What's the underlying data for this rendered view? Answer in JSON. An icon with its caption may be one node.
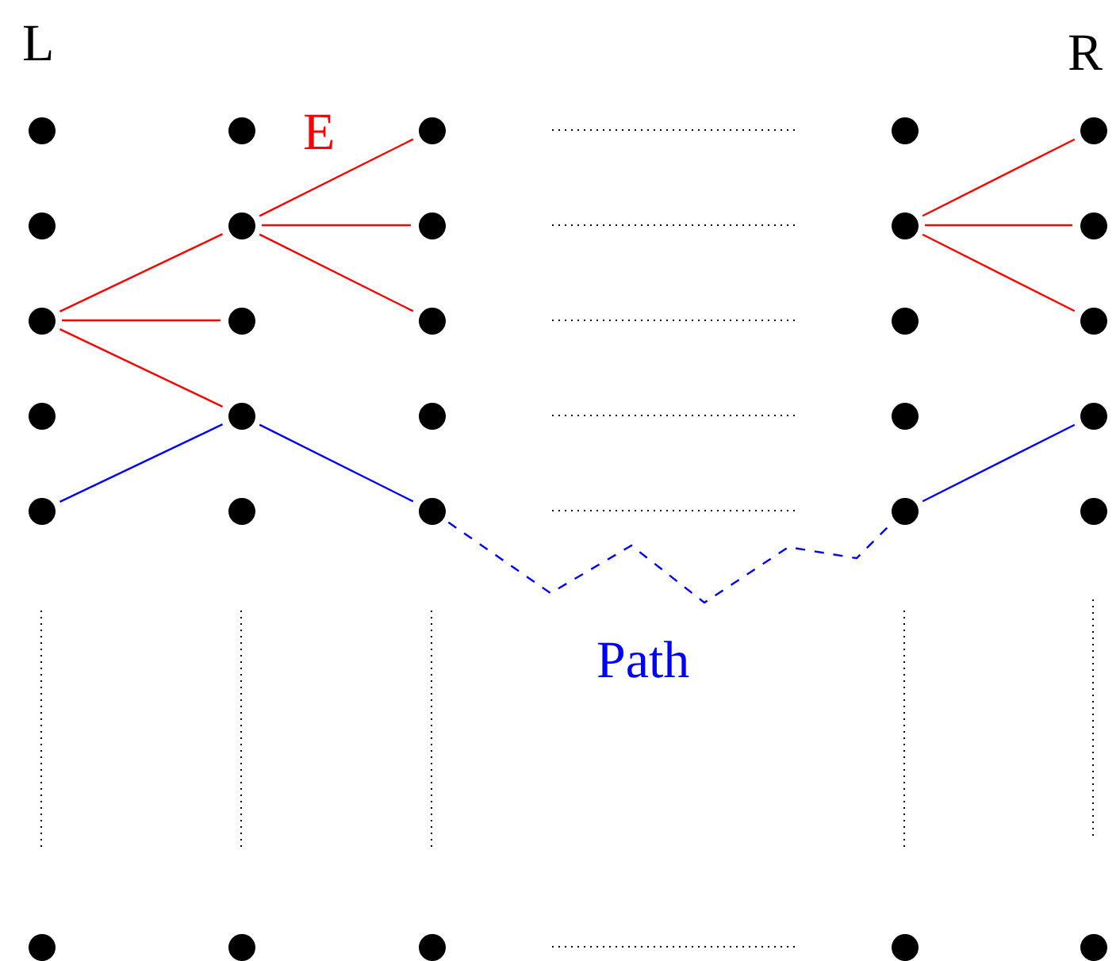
{
  "diagram": {
    "nodes": [
      {
        "text": [],
        "shape": "circle"
      },
      {
        "text": [],
        "shape": "circle"
      },
      {
        "text": [],
        "shape": "circle"
      },
      {
        "text": [],
        "shape": "circle"
      },
      {
        "text": [],
        "shape": "circle"
      },
      {
        "text": [],
        "shape": "circle"
      },
      {
        "text": [],
        "shape": "circle"
      },
      {
        "text": [],
        "shape": "circle"
      },
      {
        "text": [],
        "shape": "circle"
      },
      {
        "text": [],
        "shape": "circle"
      },
      {
        "text": [],
        "shape": "circle"
      },
      {
        "text": [],
        "shape": "circle"
      },
      {
        "text": [],
        "shape": "circle"
      },
      {
        "text": [],
        "shape": "circle"
      },
      {
        "text": [],
        "shape": "circle"
      },
      {
        "text": [],
        "shape": "circle"
      },
      {
        "text": [],
        "shape": "circle"
      },
      {
        "text": [],
        "shape": "circle"
      },
      {
        "text": [],
        "shape": "circle"
      },
      {
        "text": [],
        "shape": "circle"
      },
      {
        "text": [],
        "shape": "circle"
      },
      {
        "text": [],
        "shape": "circle"
      },
      {
        "text": [],
        "shape": "circle"
      },
      {
        "text": [],
        "shape": "circle"
      },
      {
        "text": [],
        "shape": "circle"
      },
      {
        "text": [],
        "shape": "circle"
      },
      {
        "text": [],
        "shape": "circle"
      },
      {
        "text": [],
        "shape": "circle"
      },
      {
        "text": [],
        "shape": "circle"
      },
      {
        "text": [],
        "shape": "circle"
      }
    ],
    "edges": [
      {
        "from": 10,
        "to": 6,
        "arrow": "none"
      },
      {
        "from": 10,
        "to": 11,
        "arrow": "none"
      },
      {
        "from": 10,
        "to": 16,
        "arrow": "none"
      },
      {
        "from": 6,
        "to": 2,
        "arrow": "none"
      },
      {
        "from": 6,
        "to": 7,
        "arrow": "none"
      },
      {
        "from": 6,
        "to": 12,
        "arrow": "none"
      },
      {
        "from": 8,
        "to": 4,
        "arrow": "none"
      },
      {
        "from": 8,
        "to": 9,
        "arrow": "none"
      },
      {
        "from": 8,
        "to": 14,
        "arrow": "none"
      },
      {
        "from": 20,
        "to": 16,
        "arrow": "none",
        "color": "#0000ff"
      },
      {
        "from": 16,
        "to": 22,
        "arrow": "none",
        "color": "#0000ff"
      },
      {
        "from": 22,
        "to": 23,
        "arrow": "none",
        "style": "dashed",
        "color": "#0000ff"
      },
      {
        "from": 23,
        "to": 19,
        "arrow": "none",
        "color": "#0000ff"
      }
    ],
    "labels": [
      "L",
      "R",
      "E",
      "Path"
    ]
  }
}
